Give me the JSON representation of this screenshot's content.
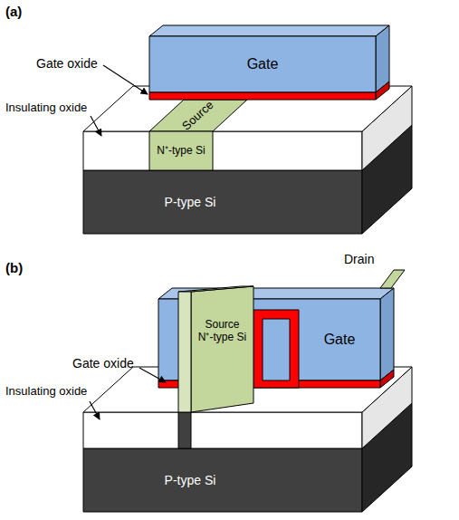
{
  "diagram": {
    "nodes": [
      {
        "text": [
          "Gate"
        ]
      },
      {
        "text": [
          "Source",
          "N⁺-type Si"
        ]
      },
      {
        "text": [
          "P-type Si"
        ]
      },
      {
        "text": [
          "Gate"
        ]
      },
      {
        "text": [
          "Source",
          "N⁺-type Si"
        ]
      },
      {
        "text": [
          "P-type Si"
        ]
      }
    ],
    "labels": [
      "(a)",
      "Gate oxide",
      "Insulating oxide",
      "(b)",
      "Drain",
      "Gate oxide",
      "Insulating oxide"
    ]
  }
}
